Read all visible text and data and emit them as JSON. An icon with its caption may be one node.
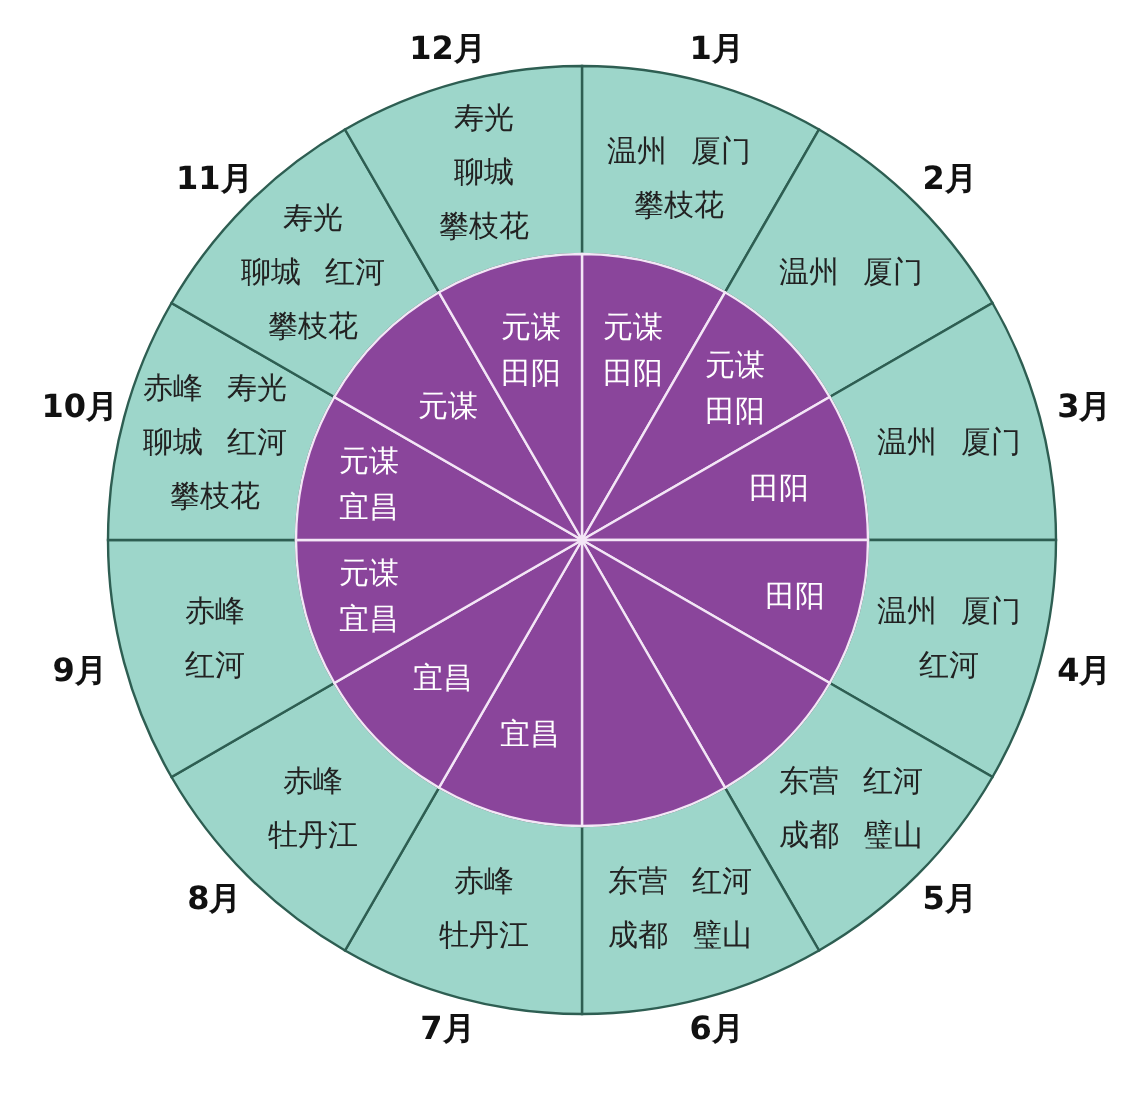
{
  "diagram": {
    "nodes": [
      {
        "text": [
          "温州",
          "厦门",
          "攀枝花"
        ],
        "beside": [
          "1月"
        ]
      },
      {
        "text": [
          "温州",
          "厦门"
        ],
        "beside": [
          "2月"
        ]
      },
      {
        "text": [
          "温州",
          "厦门"
        ],
        "beside": [
          "3月"
        ]
      },
      {
        "text": [
          "温州",
          "厦门",
          "红河"
        ],
        "beside": [
          "4月"
        ]
      },
      {
        "text": [
          "东营",
          "红河",
          "成都",
          "璧山"
        ],
        "beside": [
          "5月"
        ]
      },
      {
        "text": [
          "东营",
          "红河",
          "成都",
          "璧山"
        ],
        "beside": [
          "6月"
        ]
      },
      {
        "text": [
          "赤峰",
          "牡丹江"
        ],
        "beside": [
          "7月"
        ]
      },
      {
        "text": [
          "赤峰",
          "牡丹江"
        ],
        "beside": [
          "8月"
        ]
      },
      {
        "text": [
          "赤峰",
          "红河"
        ],
        "beside": [
          "9月"
        ]
      },
      {
        "text": [
          "赤峰",
          "寿光",
          "聊城",
          "红河",
          "攀枝花"
        ],
        "beside": [
          "10月"
        ]
      },
      {
        "text": [
          "寿光",
          "聊城",
          "红河",
          "攀枝花"
        ],
        "beside": [
          "11月"
        ]
      },
      {
        "text": [
          "寿光",
          "聊城",
          "攀枝花"
        ],
        "beside": [
          "12月"
        ]
      },
      {
        "text": [
          "元谋",
          "田阳"
        ]
      },
      {
        "text": [
          "元谋",
          "田阳"
        ]
      },
      {
        "text": [
          "田阳"
        ]
      },
      {
        "text": [
          "田阳"
        ]
      },
      {
        "text": [],
        "shape": "sector"
      },
      {
        "text": [],
        "shape": "sector"
      },
      {
        "text": [
          "宜昌"
        ]
      },
      {
        "text": [
          "宜昌"
        ]
      },
      {
        "text": [
          "元谋",
          "宜昌"
        ]
      },
      {
        "text": [
          "元谋",
          "宜昌"
        ]
      },
      {
        "text": [
          "元谋"
        ]
      },
      {
        "text": [
          "元谋",
          "田阳"
        ]
      }
    ]
  }
}
